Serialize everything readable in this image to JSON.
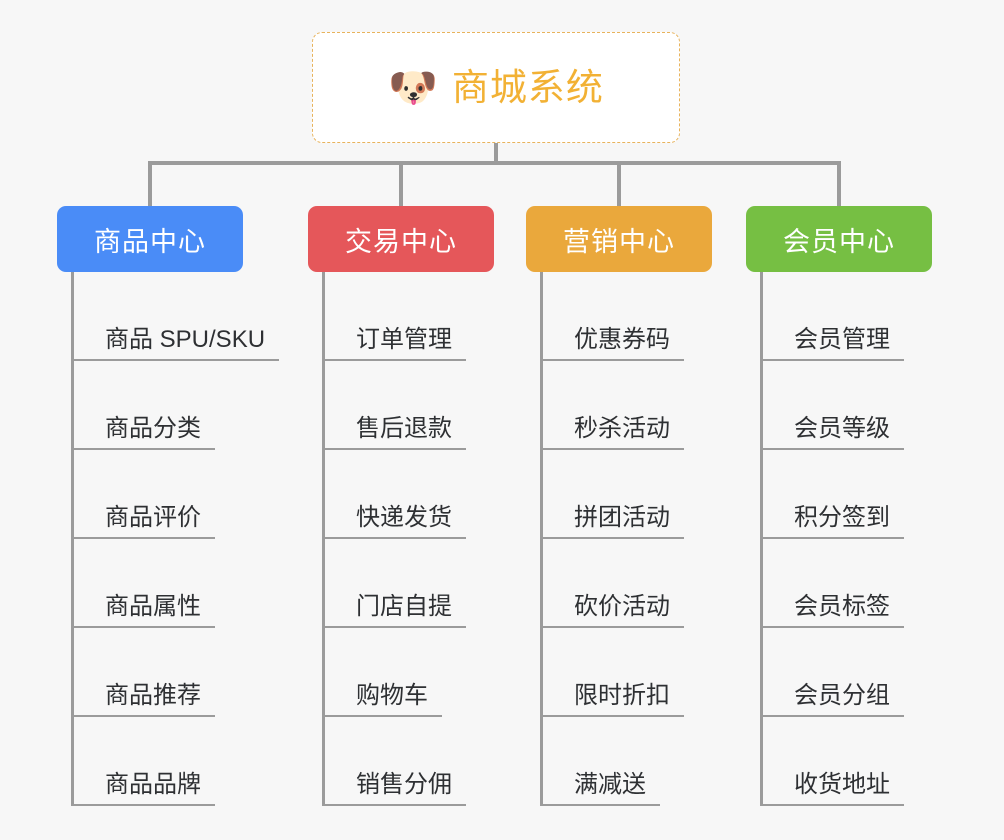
{
  "diagram": {
    "type": "mindmap",
    "background_color": "#f7f7f7",
    "line_color": "#9b9b9b",
    "root": {
      "icon": "dog-face-icon",
      "icon_glyph": "🐶",
      "title": "商城系统",
      "title_color": "#f2b134",
      "border_color": "#e8b35c",
      "background_color": "#ffffff"
    },
    "branches": [
      {
        "id": "product-center",
        "label": "商品中心",
        "color": "#4a8cf7",
        "items": [
          "商品 SPU/SKU",
          "商品分类",
          "商品评价",
          "商品属性",
          "商品推荐",
          "商品品牌"
        ]
      },
      {
        "id": "trade-center",
        "label": "交易中心",
        "color": "#e5575a",
        "items": [
          "订单管理",
          "售后退款",
          "快递发货",
          "门店自提",
          "购物车",
          "销售分佣"
        ]
      },
      {
        "id": "marketing-center",
        "label": "营销中心",
        "color": "#eaa83c",
        "items": [
          "优惠券码",
          "秒杀活动",
          "拼团活动",
          "砍价活动",
          "限时折扣",
          "满减送"
        ]
      },
      {
        "id": "member-center",
        "label": "会员中心",
        "color": "#76bf43",
        "items": [
          "会员管理",
          "会员等级",
          "积分签到",
          "会员标签",
          "会员分组",
          "收货地址"
        ]
      }
    ]
  }
}
